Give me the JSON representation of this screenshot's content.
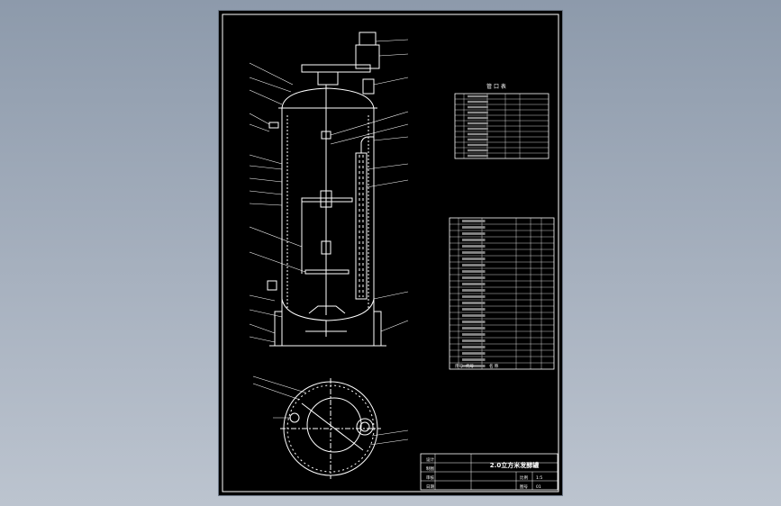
{
  "drawing": {
    "title": "2.0立方米发酵罐",
    "titleblock": {
      "designer_label": "设计",
      "checker_label": "制图",
      "approver_label": "审核",
      "date_label": "日期",
      "scale_label": "比例",
      "scale_value": "1:5",
      "sheet_label": "图号",
      "sheet_value": "01"
    },
    "table1": {
      "heading": "管 口 表",
      "rows": 12
    },
    "table2": {
      "footer_index_label": "序号",
      "footer_code_label": "代号",
      "footer_name_label": "名 称",
      "rows": 24
    },
    "colors": {
      "background": "#000000",
      "line": "#ffffff",
      "frame": "#ffffff"
    }
  }
}
